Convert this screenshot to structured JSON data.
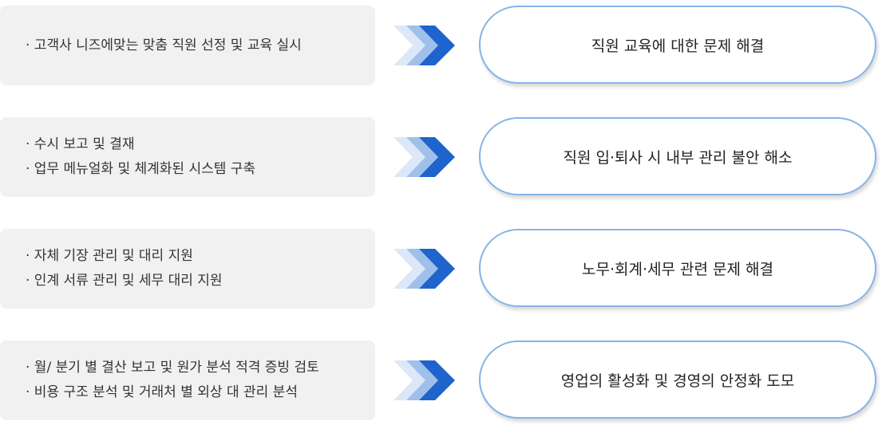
{
  "colors": {
    "left_box_bg": "#f1f1f1",
    "right_box_border": "#86b4e6",
    "arrow_light": "#dce8f7",
    "arrow_mid": "#9fc0ea",
    "arrow_dark": "#1f63cc"
  },
  "rows": [
    {
      "items": [
        "· 고객사 니즈에맞는 맞춤 직원 선정 및 교육 실시"
      ],
      "result": "직원 교육에 대한 문제 해결"
    },
    {
      "items": [
        "· 수시 보고 및 결재",
        "· 업무 메뉴얼화 및 체계화된 시스템 구축"
      ],
      "result": "직원 입·퇴사 시 내부 관리 불안 해소"
    },
    {
      "items": [
        "· 자체 기장 관리 및 대리 지원",
        "· 인계 서류 관리 및 세무 대리 지원"
      ],
      "result": "노무·회계·세무 관련 문제 해결"
    },
    {
      "items": [
        "· 월/ 분기 별 결산 보고 및 원가 분석 적격 증빙 검토",
        "· 비용 구조 분석 및 거래처 별 외상 대 관리 분석"
      ],
      "result": "영업의 활성화 및 경영의 안정화 도모"
    }
  ]
}
